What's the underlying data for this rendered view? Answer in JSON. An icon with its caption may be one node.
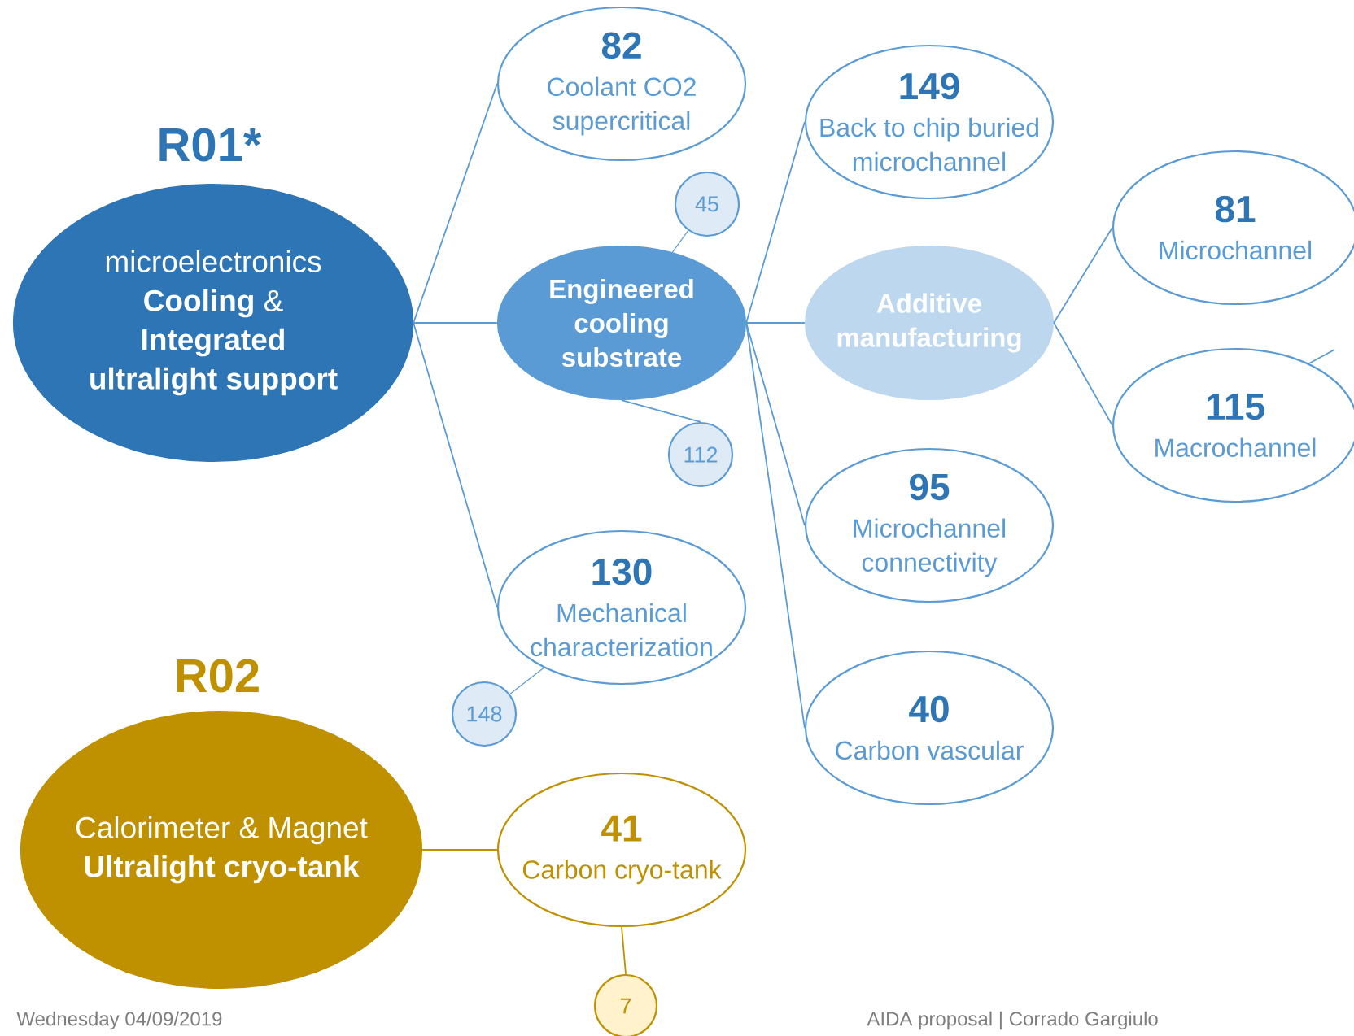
{
  "diagram": {
    "nodes": [
      {
        "text": [
          "R01*",
          "microelectronics **Cooling** & **Integrated ultralight support**"
        ]
      },
      {
        "text": [
          "82",
          "Coolant CO2 supercritical"
        ]
      },
      {
        "text": [
          "Engineered cooling substrate"
        ]
      },
      {
        "text": [
          "45"
        ]
      },
      {
        "text": [
          "112"
        ]
      },
      {
        "text": [
          "130",
          "Mechanical characterization"
        ]
      },
      {
        "text": [
          "148"
        ]
      },
      {
        "text": [
          "149",
          "Back to chip buried microchannel"
        ]
      },
      {
        "text": [
          "Additive manufacturing"
        ]
      },
      {
        "text": [
          "81",
          "Microchannel"
        ]
      },
      {
        "text": [
          "115",
          "Macrochannel"
        ]
      },
      {
        "text": [
          "95",
          "Microchannel connectivity"
        ]
      },
      {
        "text": [
          "40",
          "Carbon vascular"
        ]
      },
      {
        "text": [
          "R02",
          "Calorimeter & Magnet **Ultralight cryo-tank**"
        ]
      },
      {
        "text": [
          "41",
          "Carbon cryo-tank"
        ]
      },
      {
        "text": [
          "7"
        ]
      }
    ],
    "edges": [
      {
        "from": 0,
        "to": 1,
        "arrow": "none"
      },
      {
        "from": 0,
        "to": 2,
        "arrow": "none"
      },
      {
        "from": 0,
        "to": 5,
        "arrow": "none"
      },
      {
        "from": 2,
        "to": 3,
        "arrow": "none"
      },
      {
        "from": 2,
        "to": 4,
        "arrow": "none"
      },
      {
        "from": 5,
        "to": 6,
        "arrow": "none"
      },
      {
        "from": 2,
        "to": 7,
        "arrow": "none"
      },
      {
        "from": 2,
        "to": 8,
        "arrow": "none"
      },
      {
        "from": 2,
        "to": 11,
        "arrow": "none"
      },
      {
        "from": 2,
        "to": 12,
        "arrow": "none"
      },
      {
        "from": 8,
        "to": 9,
        "arrow": "none"
      },
      {
        "from": 8,
        "to": 10,
        "arrow": "none"
      },
      {
        "from": 10,
        "to": null,
        "arrow": "none"
      },
      {
        "from": 13,
        "to": 14,
        "arrow": "none",
        "color": "#bf9000"
      },
      {
        "from": 14,
        "to": 15,
        "arrow": "none",
        "color": "#bf9000"
      }
    ],
    "labels": [
      "Wednesday 04/09/2019",
      "AIDA proposal | Corrado Gargiulo"
    ]
  }
}
